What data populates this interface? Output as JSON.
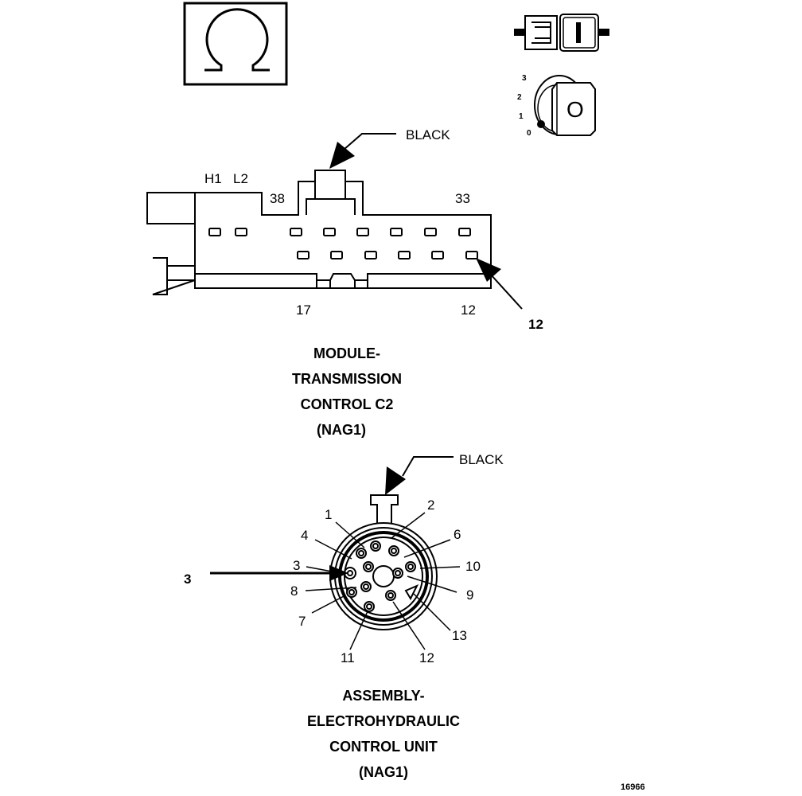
{
  "symbols": {
    "ohm_icon": "ohm-symbol",
    "connector_icon": "connector-icon",
    "ignition_key_icon": "ignition-key-icon",
    "key_positions": [
      "3",
      "2",
      "1",
      "0"
    ],
    "key_letter": "O"
  },
  "tcm_connector": {
    "color_label": "BLACK",
    "pin_labels": {
      "h1": "H1",
      "l2": "L2",
      "p38": "38",
      "p33": "33",
      "p17": "17",
      "p12": "12"
    },
    "callout": "12",
    "title_lines": [
      "MODULE-",
      "TRANSMISSION",
      "CONTROL C2",
      "(NAG1)"
    ]
  },
  "ehcu_connector": {
    "color_label": "BLACK",
    "pin_labels": [
      "1",
      "2",
      "4",
      "6",
      "3",
      "10",
      "8",
      "9",
      "7",
      "13",
      "11",
      "12"
    ],
    "callout": "3",
    "title_lines": [
      "ASSEMBLY-",
      "ELECTROHYDRAULIC",
      "CONTROL UNIT",
      "(NAG1)"
    ]
  },
  "figure_number": "16966"
}
